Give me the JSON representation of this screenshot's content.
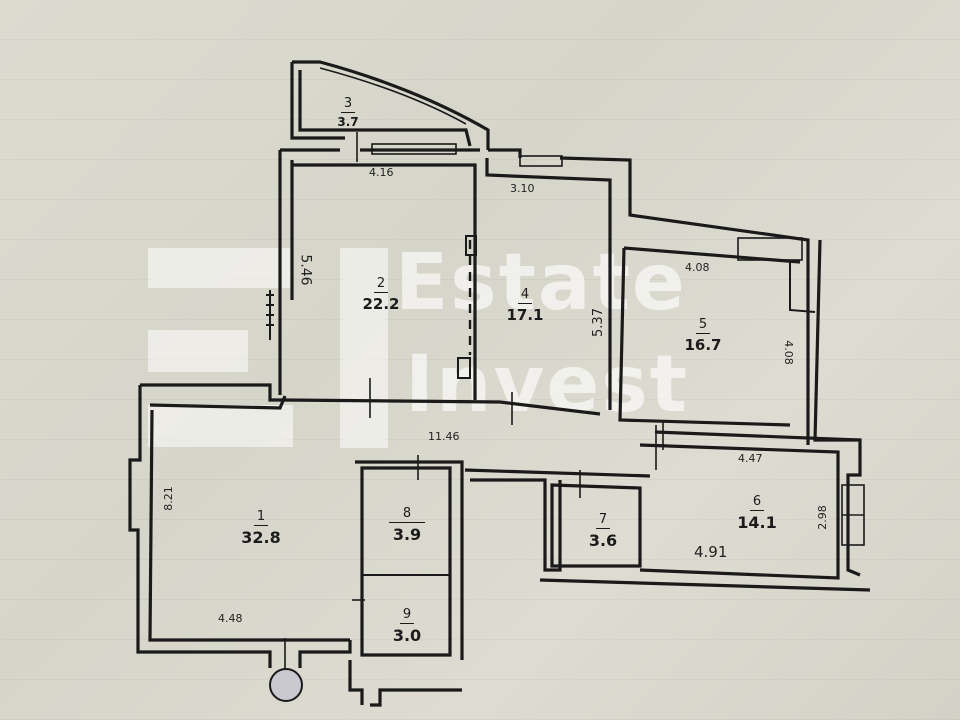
{
  "document": {
    "type": "apartment floor plan",
    "watermark": {
      "line1": "Estate",
      "line2": "Invest"
    }
  },
  "rooms": [
    {
      "id": "1",
      "number": "1",
      "area": "32.8"
    },
    {
      "id": "2",
      "number": "2",
      "area": "22.2"
    },
    {
      "id": "3",
      "number": "3",
      "area": "3.7"
    },
    {
      "id": "4",
      "number": "4",
      "area": "17.1"
    },
    {
      "id": "5",
      "number": "5",
      "area": "16.7"
    },
    {
      "id": "6",
      "number": "6",
      "area": "14.1"
    },
    {
      "id": "7",
      "number": "7",
      "area": "3.6"
    },
    {
      "id": "8",
      "number": "8",
      "area": "3.9"
    },
    {
      "id": "9",
      "number": "9",
      "area": "3.0"
    }
  ],
  "dimensions": {
    "room2_width": "4.16",
    "room2_depth": "5.46",
    "room4_width": "3.10",
    "room4_depth": "5.37",
    "room5_width": "4.08",
    "room5_depth": "4.08",
    "corridor_length": "11.46",
    "room1_depth": "8.21",
    "room1_width": "4.48",
    "room6_width_top": "4.47",
    "room6_width_bottom": "4.91",
    "room6_depth": "2.98"
  }
}
